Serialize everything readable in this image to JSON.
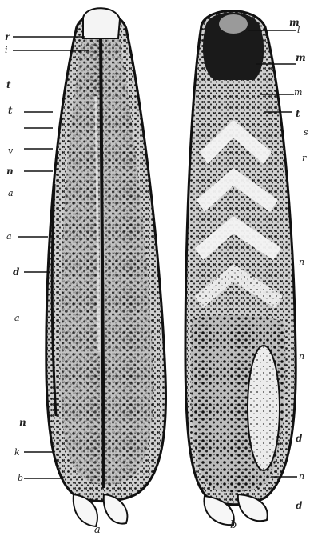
{
  "figure": {
    "description_ref": "specimen-a-and-b",
    "panel_a_caption": "a",
    "panel_b_caption": "b",
    "left_labels": [
      "r",
      "i",
      "t",
      "t",
      "v",
      "n",
      "a",
      "a",
      "d",
      "a",
      "n",
      "k",
      "b"
    ],
    "right_labels": [
      "m",
      "l",
      "m",
      "m",
      "t",
      "s",
      "r",
      "n",
      "n",
      "d",
      "n",
      "d"
    ]
  },
  "colors": {
    "ink": "#1a1a1a",
    "paper": "#ffffff",
    "mid_gray": "#777777"
  }
}
